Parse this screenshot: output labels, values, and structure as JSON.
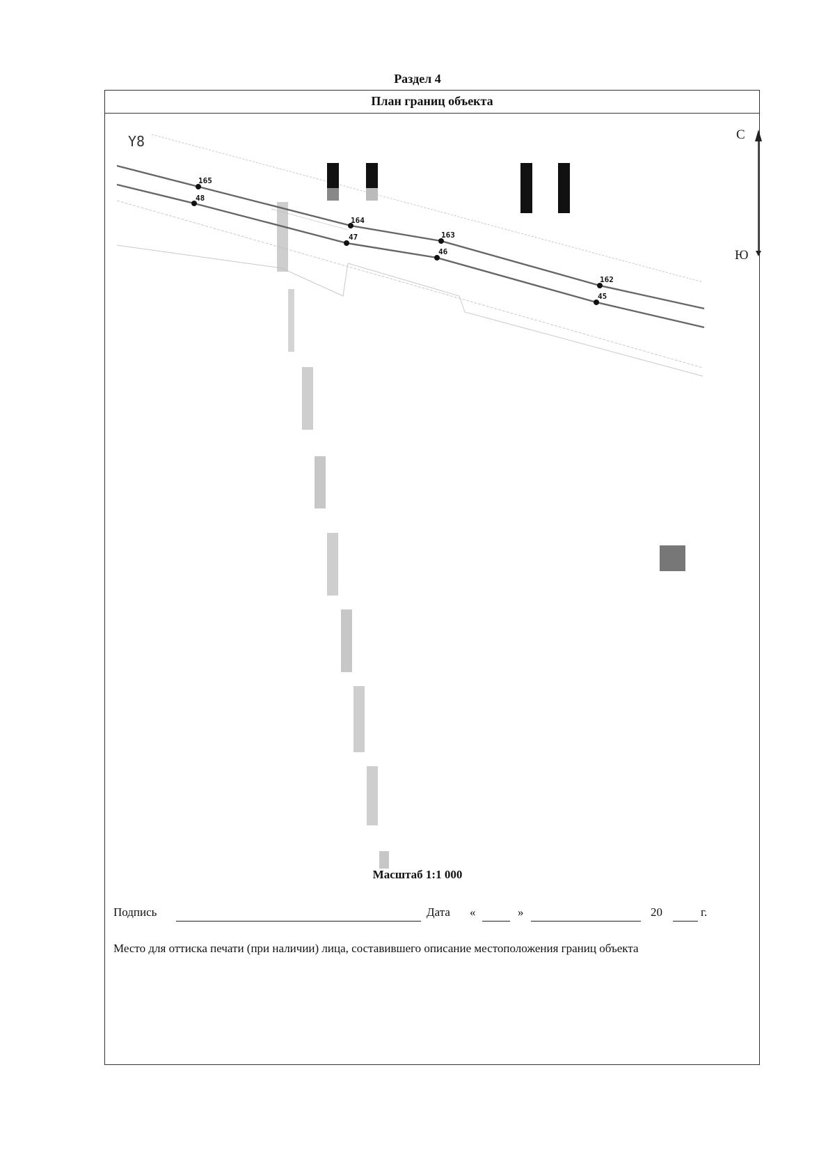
{
  "document": {
    "section_label": "Раздел 4",
    "title": "План границ объекта",
    "map_sheet_label": "Y8",
    "compass": {
      "north": "С",
      "south": "Ю"
    },
    "point_labels": {
      "p165": "165",
      "p48": "48",
      "p164": "164",
      "p47": "47",
      "p163": "163",
      "p46": "46",
      "p162": "162",
      "p45": "45"
    },
    "scale_text": "Масштаб 1:1 000",
    "signature": {
      "label": "Подпись",
      "date_label": "Дата",
      "open_quote": "«",
      "close_quote": "»",
      "year_prefix": "20",
      "year_suffix": "г."
    },
    "stamp_note": "Место для оттиска печати (при наличии) лица, составившего описание местоположения границ объекта"
  }
}
